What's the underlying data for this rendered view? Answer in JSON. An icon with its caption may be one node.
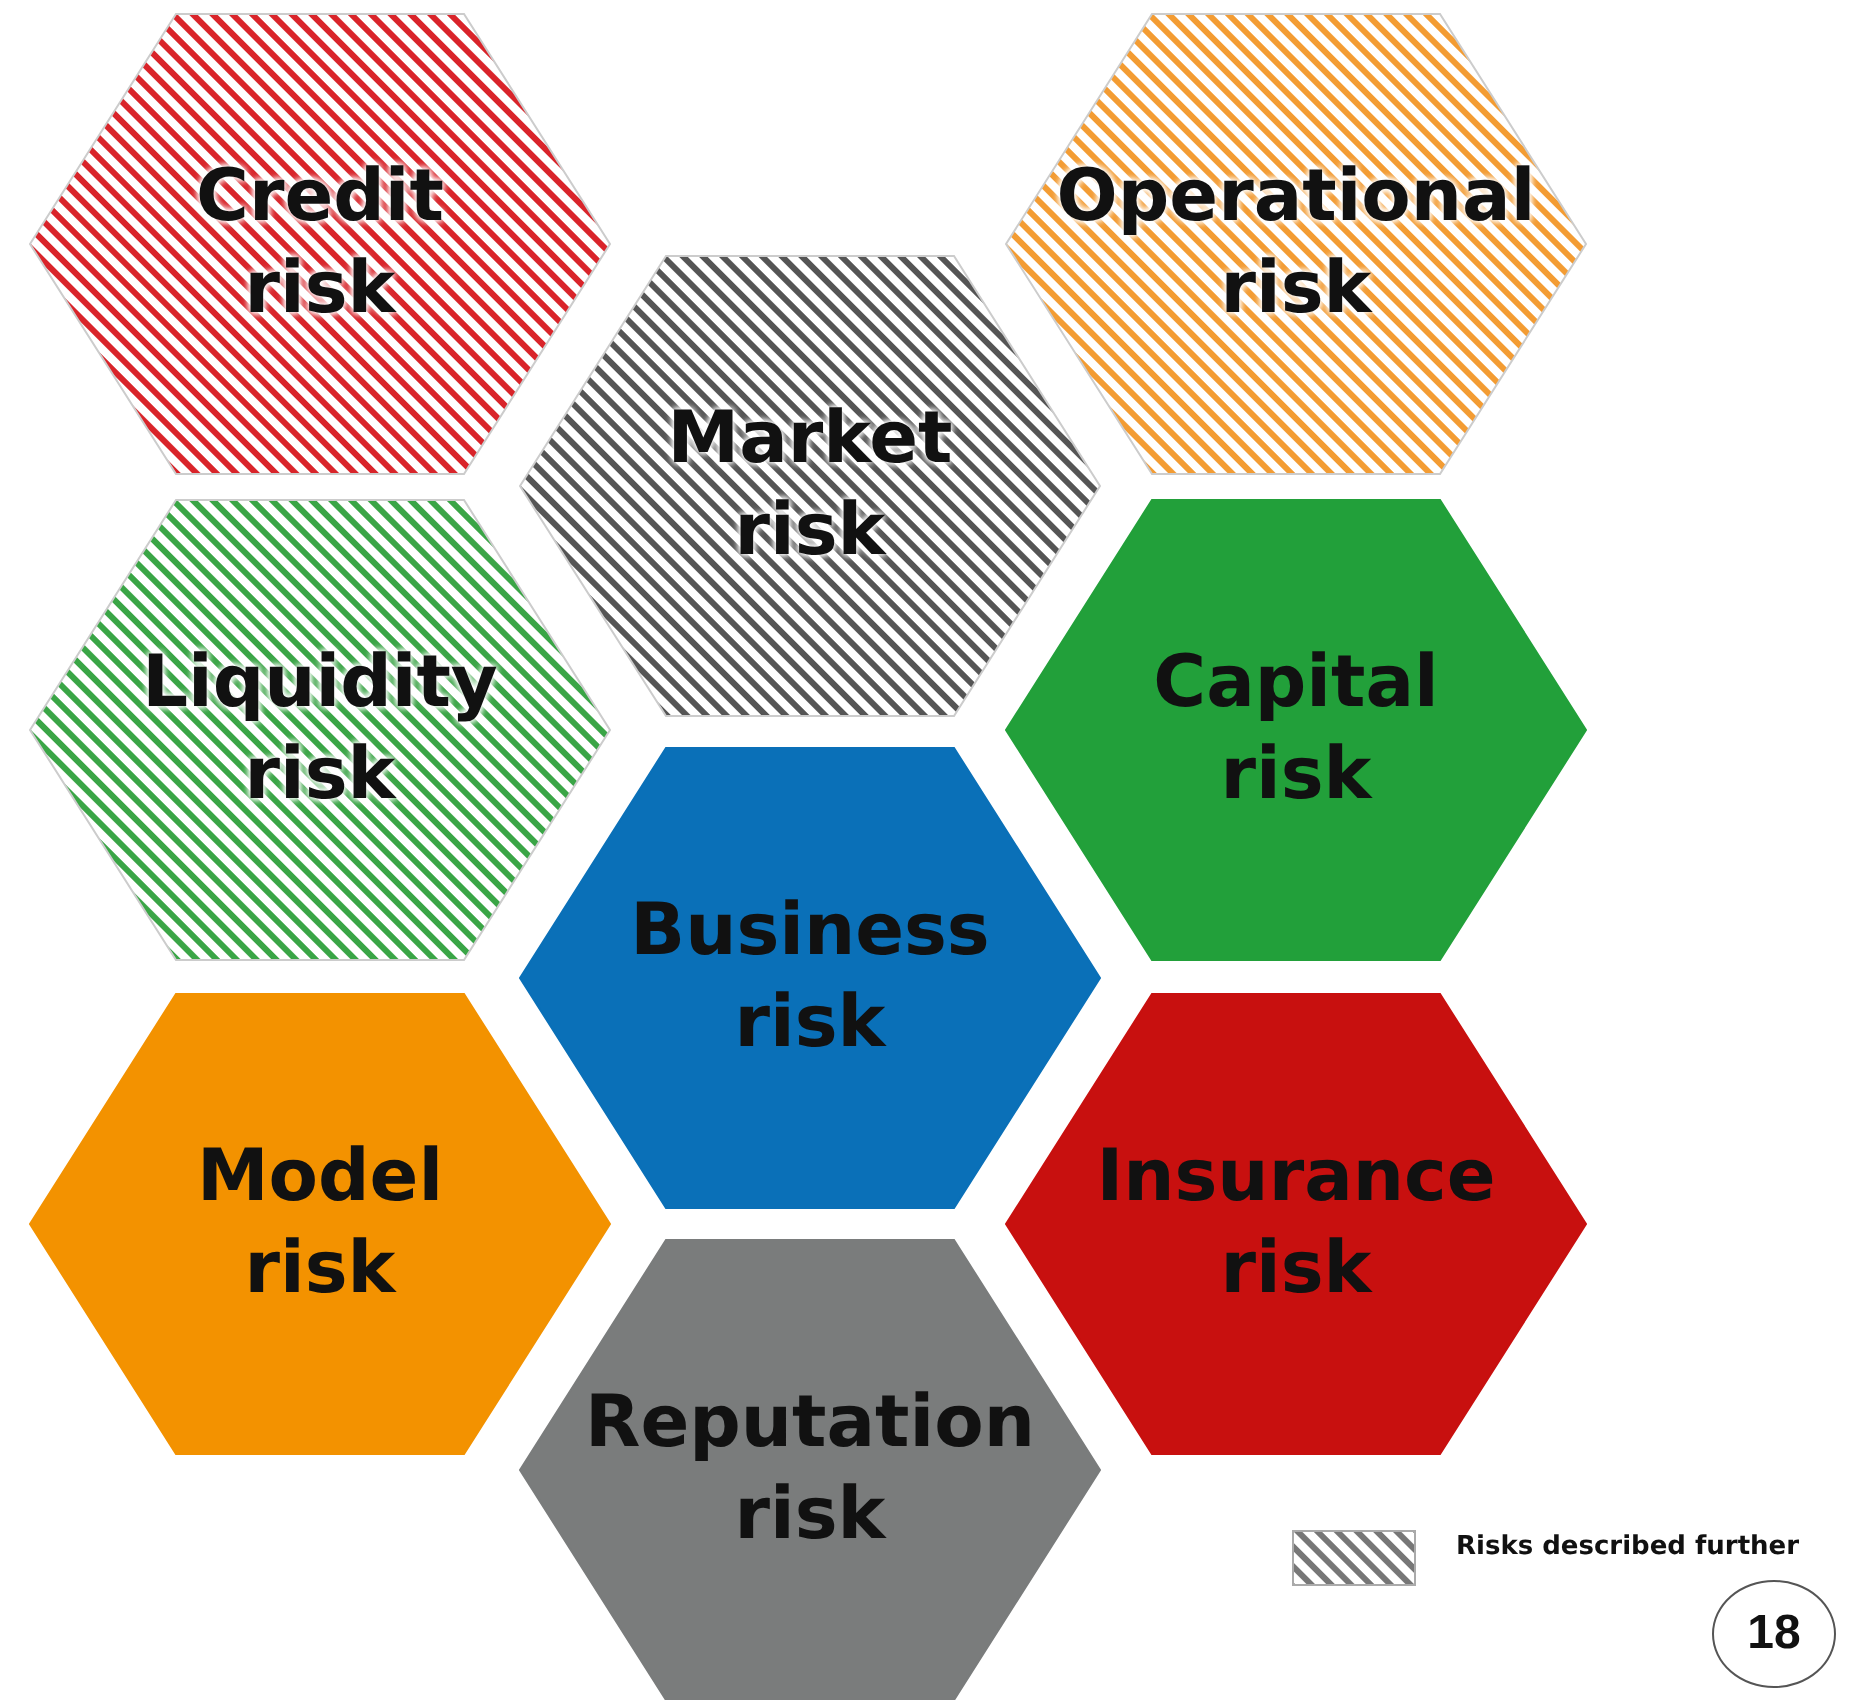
{
  "diagram": {
    "nodes": [
      {
        "text": [
          "Credit risk"
        ]
      },
      {
        "text": [
          "Operational risk"
        ]
      },
      {
        "text": [
          "Market risk"
        ]
      },
      {
        "text": [
          "Liquidity risk"
        ]
      },
      {
        "text": [
          "Capital risk"
        ]
      },
      {
        "text": [
          "Business risk"
        ]
      },
      {
        "text": [
          "Model risk"
        ]
      },
      {
        "text": [
          "Insurance risk"
        ]
      },
      {
        "text": [
          "Reputation risk"
        ]
      }
    ],
    "labels": [
      "18"
    ],
    "legend": [
      {
        "text": "Risks described further"
      }
    ]
  }
}
